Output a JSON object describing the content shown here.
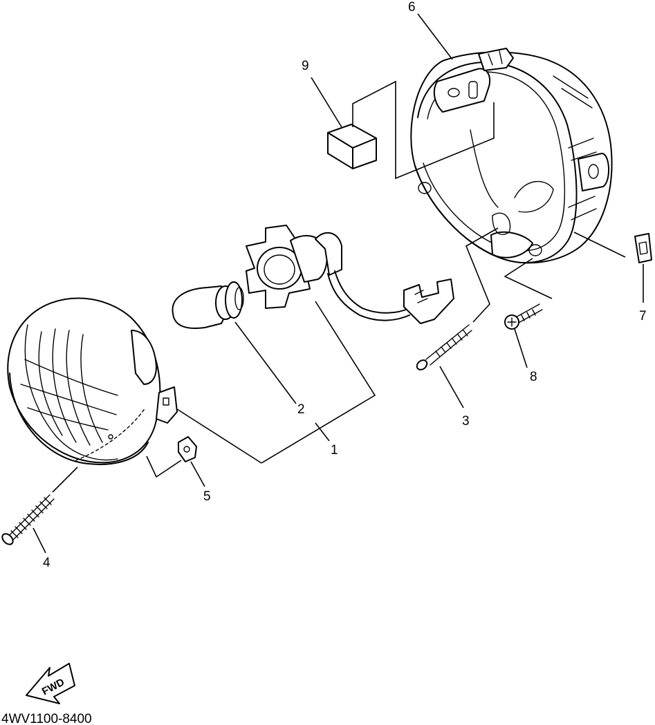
{
  "diagram": {
    "callouts": [
      "1",
      "2",
      "3",
      "4",
      "5",
      "6",
      "7",
      "8",
      "9"
    ],
    "fwd_label": "FWD",
    "drawing_code": "4WV1100-8400"
  }
}
